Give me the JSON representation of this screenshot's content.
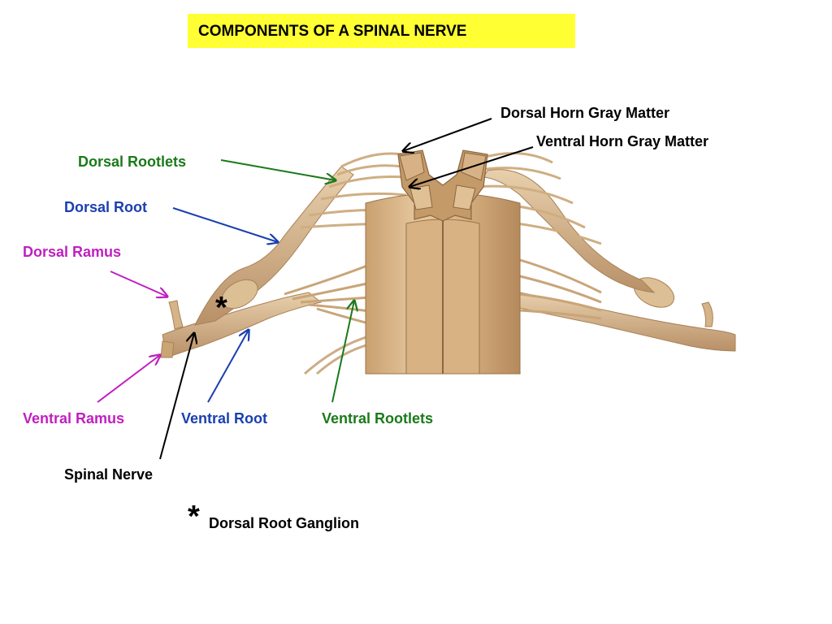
{
  "title": "COMPONENTS OF A SPINAL NERVE",
  "colors": {
    "title_background": "#ffff33",
    "green": "#1a7a1a",
    "blue": "#1a3fb0",
    "magenta": "#c01fc0",
    "black": "#000000",
    "nerve_tissue": "#d8b98c"
  },
  "labels": {
    "dorsal_horn_gray_matter": "Dorsal Horn Gray Matter",
    "ventral_horn_gray_matter": "Ventral Horn Gray Matter",
    "dorsal_rootlets": "Dorsal Rootlets",
    "dorsal_root": "Dorsal Root",
    "dorsal_ramus": "Dorsal Ramus",
    "ventral_ramus": "Ventral Ramus",
    "ventral_root": "Ventral Root",
    "ventral_rootlets": "Ventral Rootlets",
    "spinal_nerve": "Spinal Nerve"
  },
  "ganglion_marker": "*",
  "footnote": {
    "symbol": "*",
    "text": "Dorsal Root Ganglion"
  }
}
